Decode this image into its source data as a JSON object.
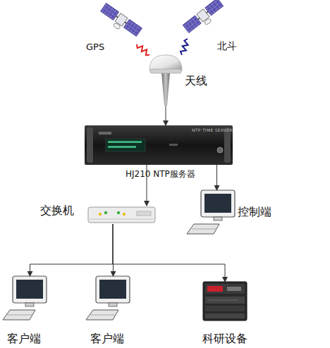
{
  "diagram": {
    "nodes": [
      {
        "text": [
          "GPS"
        ]
      },
      {
        "text": [
          "北斗"
        ]
      },
      {
        "text": [
          "天线"
        ]
      },
      {
        "text": [
          "HJ210 NTP服务器"
        ]
      },
      {
        "text": [
          "交换机"
        ]
      },
      {
        "text": [
          "控制端"
        ]
      },
      {
        "text": [
          "客户端"
        ]
      },
      {
        "text": [
          "客户端"
        ]
      },
      {
        "text": [
          "科研设备"
        ]
      }
    ],
    "edges": [
      {
        "from": 0,
        "to": 2,
        "arrow": "none"
      },
      {
        "from": 1,
        "to": 2,
        "arrow": "none"
      },
      {
        "from": 2,
        "to": 3,
        "arrow": "to"
      },
      {
        "from": 3,
        "to": 4,
        "arrow": "to"
      },
      {
        "from": 3,
        "to": 5,
        "arrow": "to"
      },
      {
        "from": 4,
        "to": 6,
        "arrow": "to"
      },
      {
        "from": 4,
        "to": 7,
        "arrow": "to"
      },
      {
        "from": 4,
        "to": 8,
        "arrow": "to"
      }
    ],
    "labels": [
      "NTP TIME SERVER"
    ]
  }
}
